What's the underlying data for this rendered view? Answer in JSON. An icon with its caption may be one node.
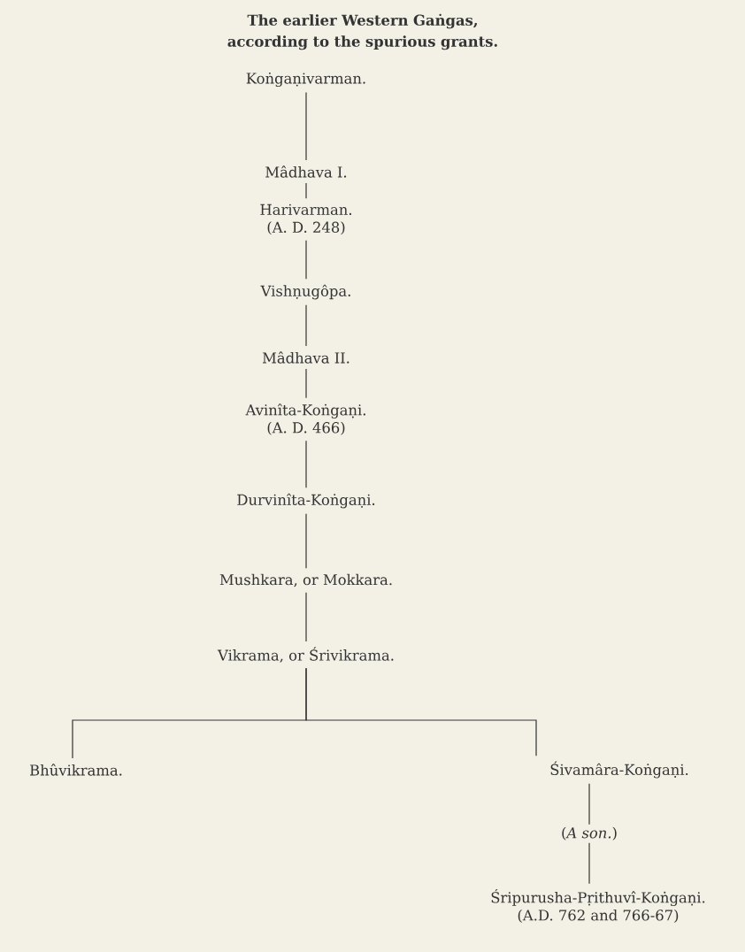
{
  "diagram": {
    "title": "The earlier Western Gaṅgas, according to the spurious grants.",
    "nodes": [
      {
        "text": [
          "Koṅgaṇivarman."
        ]
      },
      {
        "text": [
          "Mâdhava I."
        ]
      },
      {
        "text": [
          "Harivarman.",
          "(A. D. 248)"
        ]
      },
      {
        "text": [
          "Vishṇugôpa."
        ]
      },
      {
        "text": [
          "Mâdhava II."
        ]
      },
      {
        "text": [
          "Avinîta-Koṅgaṇi.",
          "(A. D. 466)"
        ]
      },
      {
        "text": [
          "Durvinîta-Koṅgaṇi."
        ]
      },
      {
        "text": [
          "Mushkara, or Mokkara."
        ]
      },
      {
        "text": [
          "Vikrama, or Śrivikrama."
        ]
      },
      {
        "text": [
          "Bhûvikrama."
        ]
      },
      {
        "text": [
          "Śivamâra-Koṅgaṇi."
        ]
      },
      {
        "text": [
          "Śripurusha-Pṛithuvî-Koṅgaṇi.",
          "(A.D. 762 and 766-67)"
        ]
      }
    ],
    "edges": [
      {
        "from": 0,
        "to": 1,
        "arrow": "none"
      },
      {
        "from": 1,
        "to": 2,
        "arrow": "none"
      },
      {
        "from": 2,
        "to": 3,
        "arrow": "none"
      },
      {
        "from": 3,
        "to": 4,
        "arrow": "none"
      },
      {
        "from": 4,
        "to": 5,
        "arrow": "none"
      },
      {
        "from": 5,
        "to": 6,
        "arrow": "none"
      },
      {
        "from": 6,
        "to": 7,
        "arrow": "none"
      },
      {
        "from": 7,
        "to": 8,
        "arrow": "none"
      },
      {
        "from": 8,
        "to": 9,
        "arrow": "none"
      },
      {
        "from": 8,
        "to": 10,
        "arrow": "none"
      },
      {
        "from": 10,
        "to": 11,
        "label": "(*A son.*)",
        "arrow": "none"
      }
    ]
  }
}
